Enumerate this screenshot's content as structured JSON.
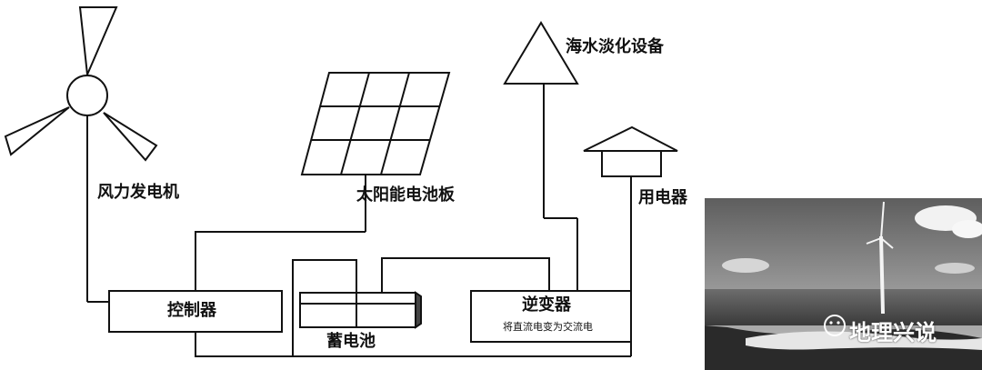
{
  "labels": {
    "wind_turbine": "风力发电机",
    "solar_panel": "太阳能电池板",
    "desalination": "海水淡化设备",
    "appliance": "用电器",
    "controller": "控制器",
    "battery": "蓄电池",
    "inverter": "逆变器",
    "inverter_note": "将直流电变为交流电"
  },
  "watermark": "地理兴说",
  "colors": {
    "line": "#111111",
    "photo_sky": "#8a8a8a",
    "photo_sea": "#3a3a3a"
  }
}
